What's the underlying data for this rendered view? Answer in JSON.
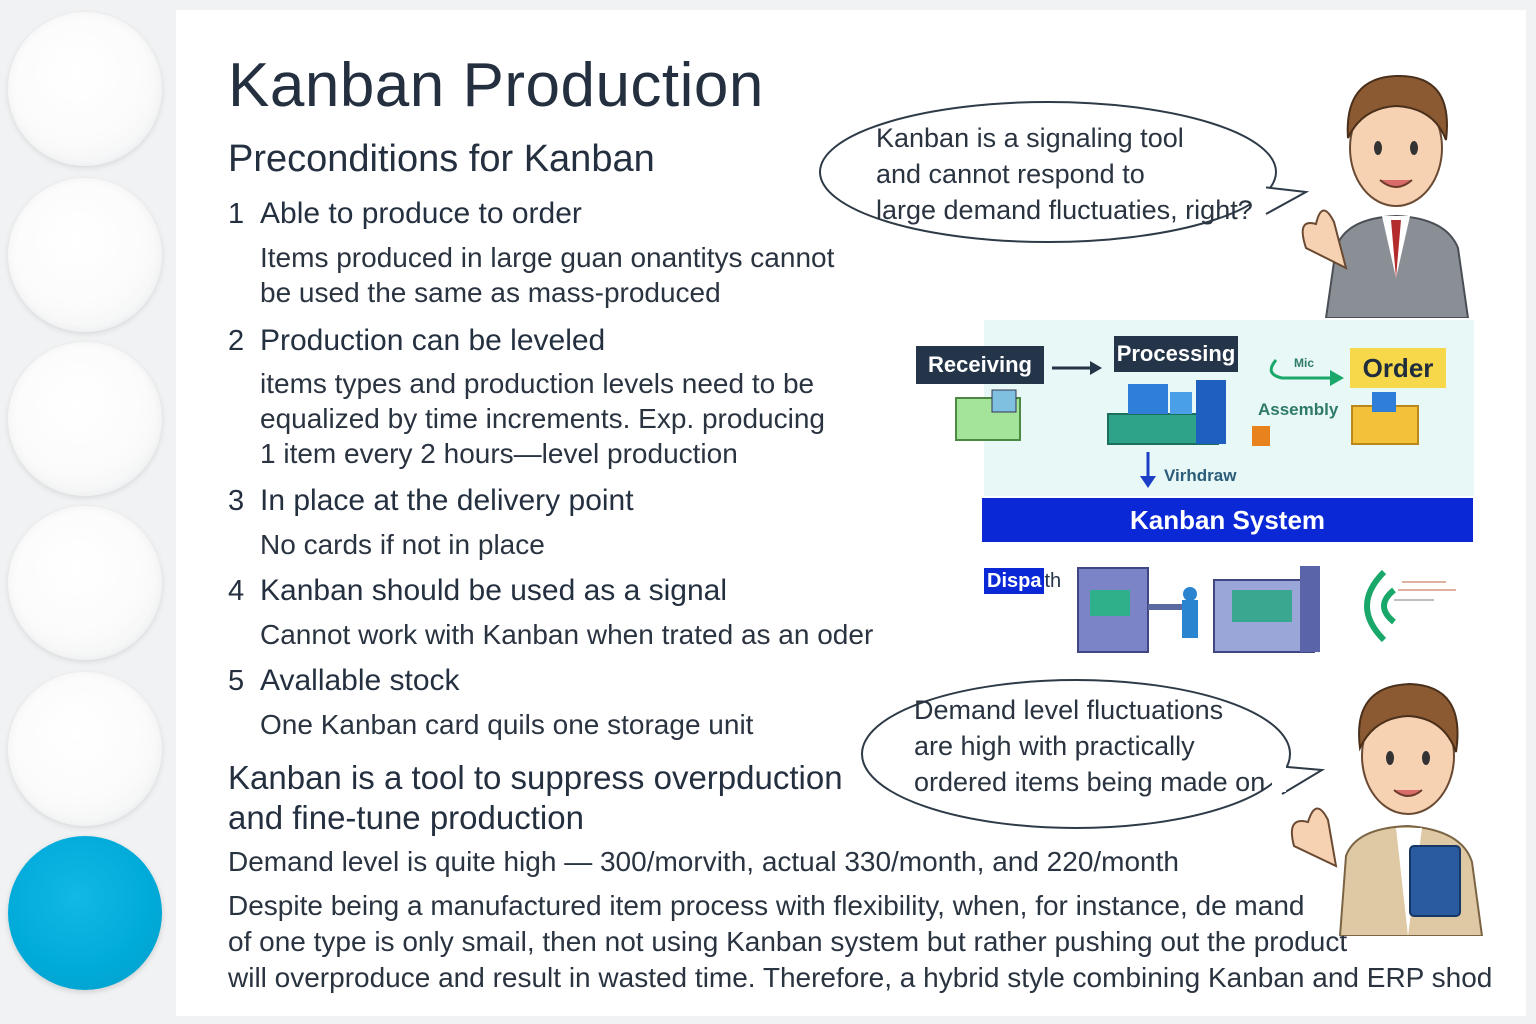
{
  "slide": {
    "title": "Kanban Production",
    "subtitle": "Preconditions for Kanban",
    "items": [
      {
        "num": "1",
        "heading": "Able to produce to order",
        "body": [
          "Items produced in large guan onantitys cannot",
          "be used the same as mass-produced"
        ]
      },
      {
        "num": "2",
        "heading": "Production can be leveled",
        "body": [
          "items types and production levels need to be",
          "equalized by time increments. Exp. producing",
          "1 item every 2 hours—level production"
        ]
      },
      {
        "num": "3",
        "heading": "In place at the delivery point",
        "body": [
          "No cards if not in place"
        ]
      },
      {
        "num": "4",
        "heading": "Kanban should be used as a signal",
        "body": [
          "Cannot work with Kanban when trated as an oder"
        ]
      },
      {
        "num": "5",
        "heading": "Avallable stock",
        "body": [
          "One Kanban card quils one storage unit"
        ]
      }
    ],
    "summary": [
      "Kanban is a tool to suppress overpduction",
      "and fine-tune production"
    ],
    "demand_line": "Demand level is quite high — 300/morvith, actual 330/month, and 220/month",
    "paragraph": [
      "Despite being a manufactured item process with flexibility, when, for instance, de mand",
      "of one type is only smail, then not using Kanban system but rather pushing out the product",
      "will overproduce and result in wasted time. Therefore, a hybrid style combining Kanban and ERP shod"
    ]
  },
  "bubbles": {
    "top": [
      "Kanban is a signaling tool",
      "and cannot respond to",
      "large demand fluctuaties, right?"
    ],
    "bottom": [
      "Demand level fluctuations",
      "are high with practically",
      "ordered items being made on"
    ]
  },
  "diagram": {
    "receiving": "Receiving",
    "processing": "Processing",
    "mic": "Mic",
    "order": "Order",
    "assembly": "Assembly",
    "withdraw": "Virhdraw",
    "kanban_system": "Kanban System",
    "dispatch_a": "Dispa",
    "dispatch_b": "th"
  },
  "colors": {
    "accent": "#00aad8",
    "kanban_bar": "#0a28d6",
    "order_tag": "#f7d84a",
    "dark_tag": "#243449",
    "title_text": "#243040"
  }
}
